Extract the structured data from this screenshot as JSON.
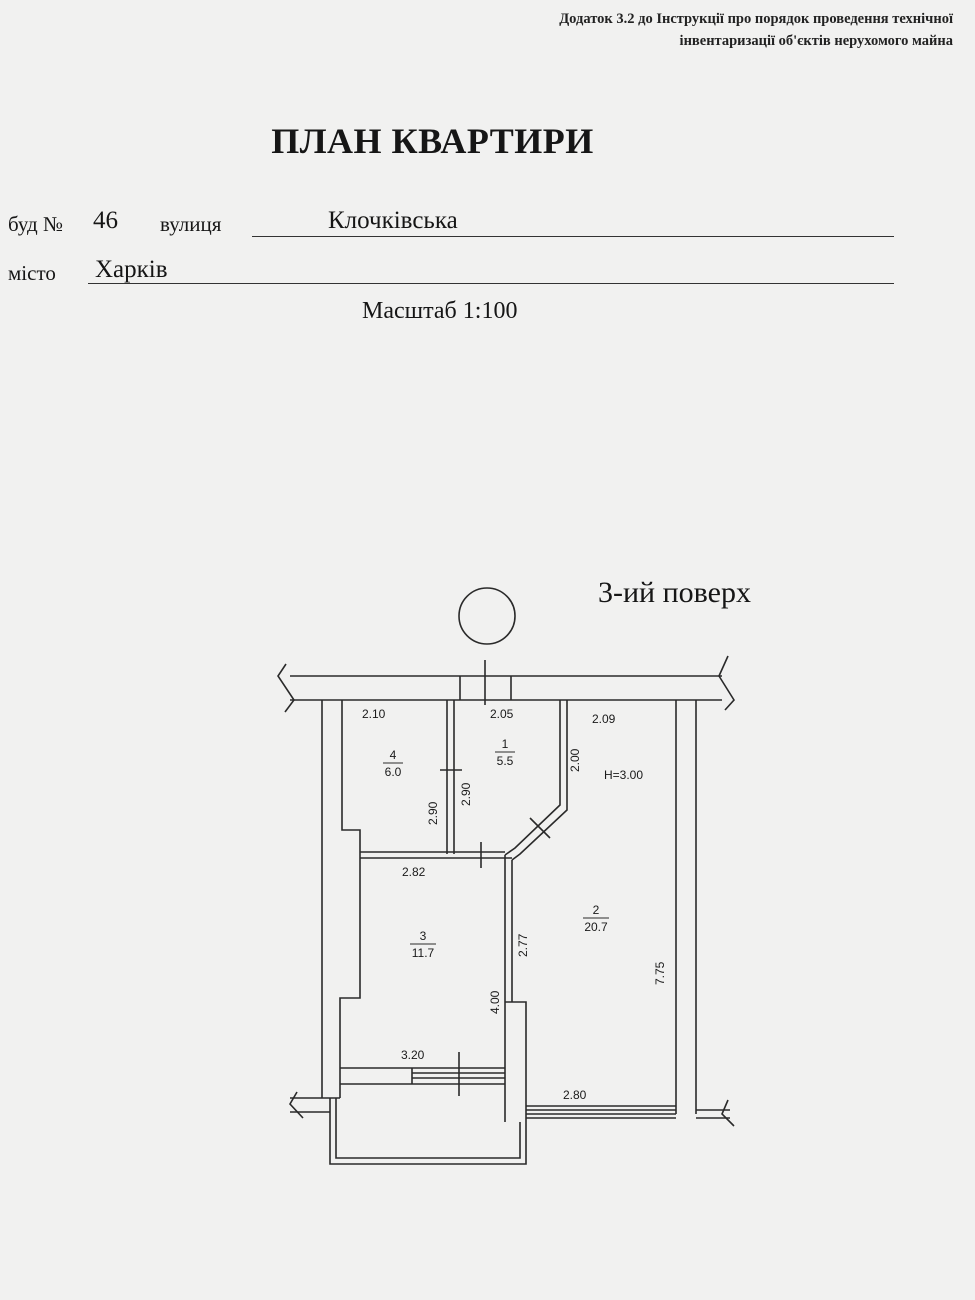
{
  "header": {
    "appendix_line1": "Додаток 3.2 до Інструкції про порядок проведення технічної",
    "appendix_line2": "інвентаризації об'єктів нерухомого майна",
    "title": "ПЛАН КВАРТИРИ"
  },
  "address": {
    "house_label": "буд №",
    "house_number": "46",
    "street_label": "вулиця",
    "street_name": "Клочківська",
    "city_label": "місто",
    "city_name": "Харків"
  },
  "scale": "Масштаб 1:100",
  "floor": "3-ий поверх",
  "rooms": [
    {
      "number": "4",
      "area": "6.0"
    },
    {
      "number": "1",
      "area": "5.5"
    },
    {
      "number": "2",
      "area": "20.7"
    },
    {
      "number": "3",
      "area": "11.7"
    }
  ],
  "dimensions": {
    "room4_width": "2.10",
    "room1_width": "2.05",
    "room2_width": "2.09",
    "room4_depth": "2.90",
    "room1_depth": "2.90",
    "room1_side": "2.00",
    "room3_width": "2.82",
    "room3_side": "2.77",
    "room3_depth": "4.00",
    "room2_depth": "7.75",
    "balcony_width": "3.20",
    "room2_bottom": "2.80"
  },
  "ceiling_height": "H=3.00"
}
